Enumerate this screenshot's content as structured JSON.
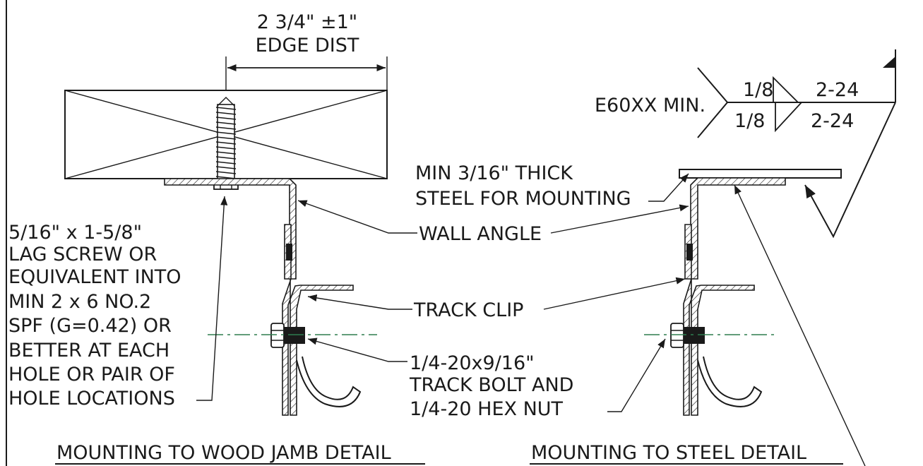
{
  "left_detail": {
    "edge_dist_value": "2 3/4\" ±1\"",
    "edge_dist_label": "EDGE DIST",
    "lag_screw_note": [
      "5/16\" x 1-5/8\"",
      "LAG SCREW OR",
      "EQUIVALENT INTO",
      "MIN 2 x 6 NO.2",
      "SPF (G=0.42) OR",
      "BETTER AT EACH",
      "HOLE OR PAIR OF",
      "HOLE LOCATIONS"
    ],
    "title": "MOUNTING TO WOOD JAMB DETAIL"
  },
  "shared_labels": {
    "wall_angle": "WALL ANGLE",
    "track_clip": "TRACK CLIP",
    "track_bolt": [
      "1/4-20x9/16\"",
      "TRACK BOLT AND",
      "1/4-20 HEX NUT"
    ]
  },
  "right_detail": {
    "steel_note": [
      "MIN 3/16\" THICK",
      "STEEL FOR MOUNTING"
    ],
    "weld_electrode": "E60XX MIN.",
    "weld_top_size": "1/8",
    "weld_top_length": "2-24",
    "weld_bottom_size": "1/8",
    "weld_bottom_length": "2-24",
    "title": "MOUNTING TO STEEL DETAIL"
  }
}
